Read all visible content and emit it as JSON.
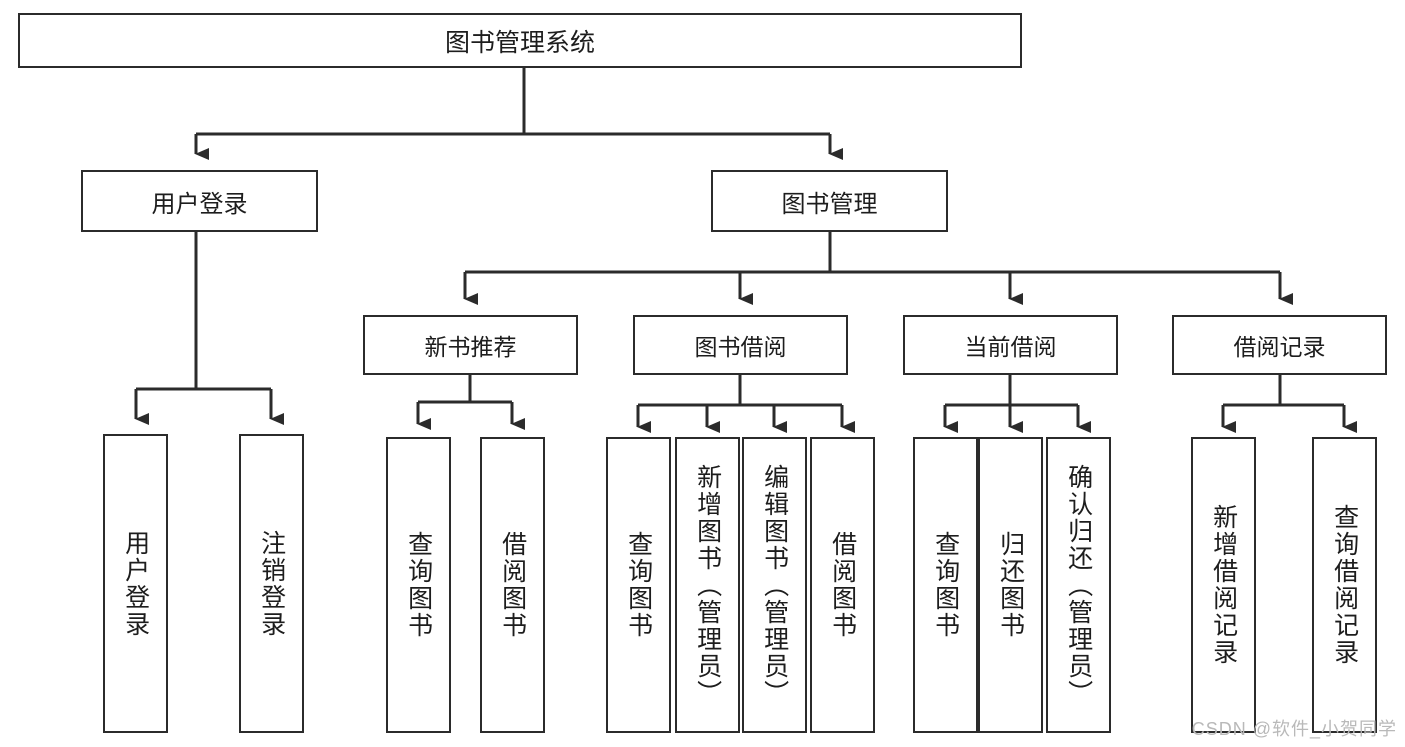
{
  "diagram": {
    "title": "图书管理系统",
    "watermark": "CSDN @软件_小贺同学",
    "colors": {
      "box_border": "#2b2b2b",
      "box_fill": "#ffffff",
      "text": "#1d1d1d",
      "edge": "#2b2b2b",
      "watermark": "#b9b9b9"
    },
    "root": {
      "label": "图书管理系统"
    },
    "level2": [
      {
        "label": "用户登录"
      },
      {
        "label": "图书管理"
      }
    ],
    "level3": [
      {
        "label": "新书推荐"
      },
      {
        "label": "图书借阅"
      },
      {
        "label": "当前借阅"
      },
      {
        "label": "借阅记录"
      }
    ],
    "leaves": {
      "user_login": [
        {
          "label": "用户登录"
        },
        {
          "label": "注销登录"
        }
      ],
      "new_book_recommend": [
        {
          "label": "查询图书"
        },
        {
          "label": "借阅图书"
        }
      ],
      "book_borrow": [
        {
          "label": "查询图书"
        },
        {
          "label": "新增图书（管理员）"
        },
        {
          "label": "编辑图书（管理员）"
        },
        {
          "label": "借阅图书"
        }
      ],
      "current_borrow": [
        {
          "label": "查询图书"
        },
        {
          "label": "归还图书"
        },
        {
          "label": "确认归还（管理员）"
        }
      ],
      "borrow_record": [
        {
          "label": "新增借阅记录"
        },
        {
          "label": "查询借阅记录"
        }
      ]
    }
  }
}
